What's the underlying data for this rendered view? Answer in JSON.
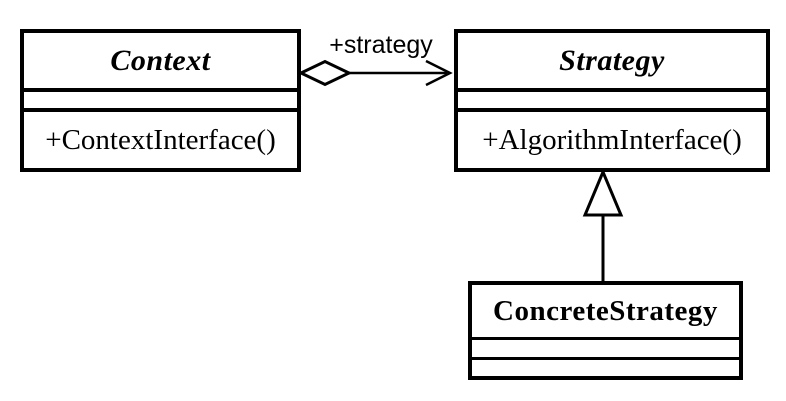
{
  "diagram": {
    "type": "uml-class-diagram",
    "pattern": "Strategy",
    "colors": {
      "line": "#000000",
      "fill": "#ffffff"
    },
    "classes": [
      {
        "id": "context",
        "name": "Context",
        "abstract": true,
        "attributes": [],
        "methods": [
          "+ContextInterface()"
        ]
      },
      {
        "id": "strategy",
        "name": "Strategy",
        "abstract": true,
        "attributes": [],
        "methods": [
          "+AlgorithmInterface()"
        ]
      },
      {
        "id": "concrete-strategy",
        "name": "ConcreteStrategy",
        "abstract": false,
        "attributes": [],
        "methods": []
      }
    ],
    "relations": [
      {
        "type": "aggregation",
        "from": "Context",
        "to": "Strategy",
        "label": "+strategy",
        "source_marker": "open-diamond",
        "target_marker": "open-arrowhead"
      },
      {
        "type": "generalization",
        "from": "ConcreteStrategy",
        "to": "Strategy",
        "label": "",
        "target_marker": "open-triangle"
      }
    ]
  }
}
